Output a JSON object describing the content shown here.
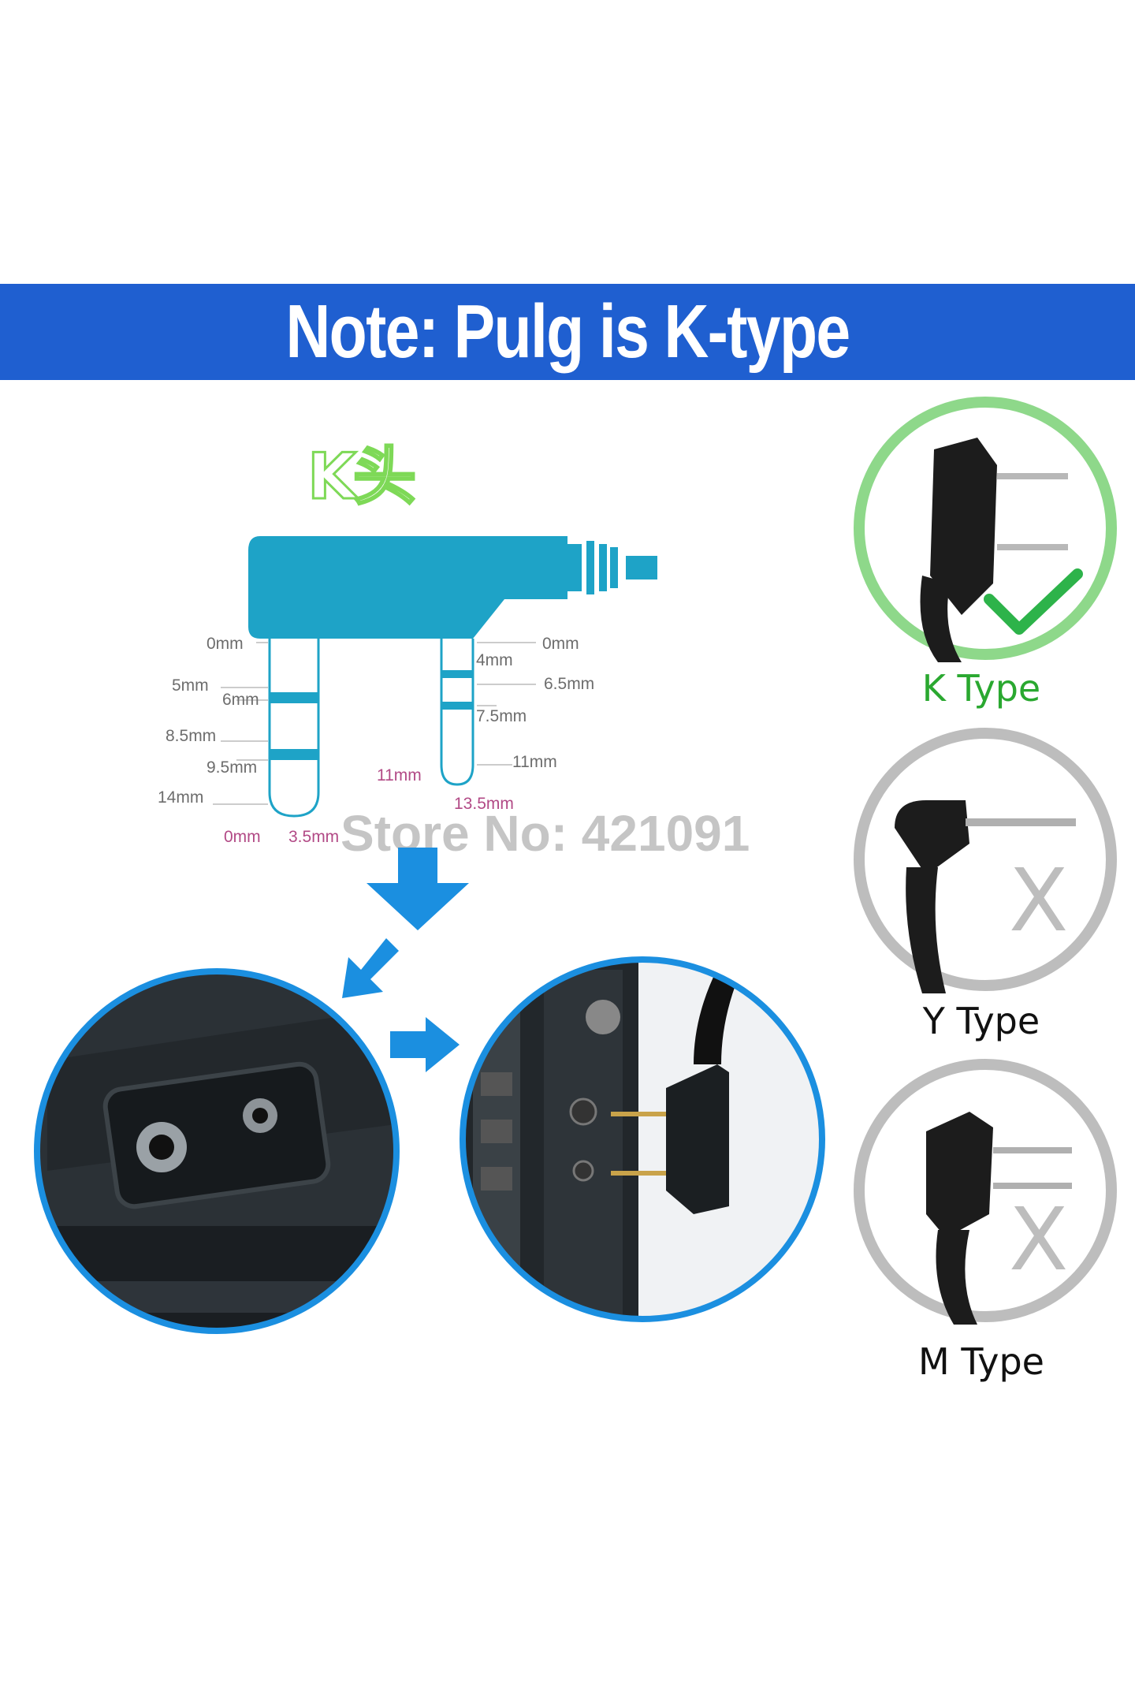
{
  "banner": {
    "title": "Note: Pulg is K-type"
  },
  "diagram": {
    "heading": "K头",
    "left_pin_labels": {
      "top_0": "0mm",
      "l5": "5mm",
      "l6": "6mm",
      "l85": "8.5mm",
      "l95": "9.5mm",
      "l14": "14mm",
      "bottom_0": "0mm",
      "bottom_35": "3.5mm"
    },
    "right_pin_labels": {
      "top_0": "0mm",
      "r4": "4mm",
      "r65": "6.5mm",
      "r75": "7.5mm",
      "r11a": "11mm",
      "r11b": "11mm",
      "r135": "13.5mm"
    },
    "accent_color": "#1ea3c7"
  },
  "watermark": "Store No: 421091",
  "plug_types": [
    {
      "label": "K Type",
      "status": "correct",
      "label_color": "#2aa830"
    },
    {
      "label": "Y Type",
      "status": "wrong",
      "label_color": "#111111"
    },
    {
      "label": "M Type",
      "status": "wrong",
      "label_color": "#111111"
    }
  ]
}
